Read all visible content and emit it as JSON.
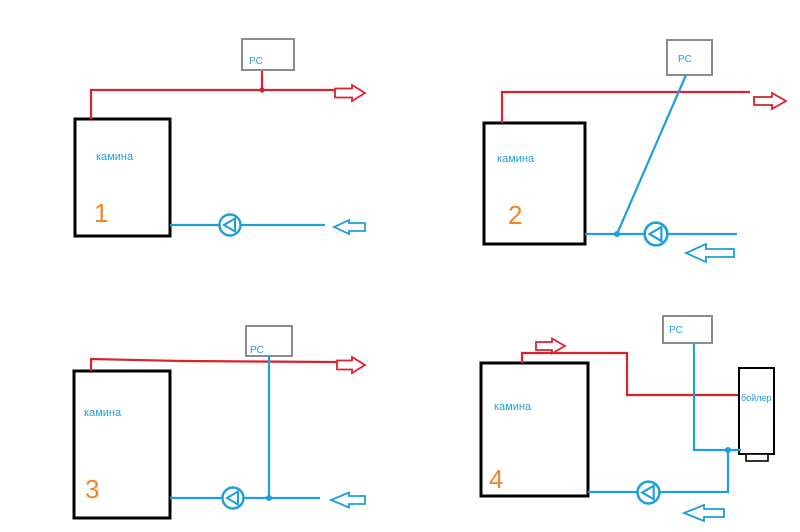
{
  "colors": {
    "hot": "#d8222c",
    "cold": "#1e9fd8",
    "box": "#000000",
    "rc_box": "#8c8c8c",
    "number": "#f0852a"
  },
  "schemes": [
    {
      "fireplace_label": "камина",
      "number": "1",
      "rc_label": "PC"
    },
    {
      "fireplace_label": "камина",
      "number": "2",
      "rc_label": "PC"
    },
    {
      "fireplace_label": "камина",
      "number": "3",
      "rc_label": "PC"
    },
    {
      "fireplace_label": "камина",
      "number": "4",
      "rc_label": "PC",
      "boiler_label": "бойлер"
    }
  ]
}
